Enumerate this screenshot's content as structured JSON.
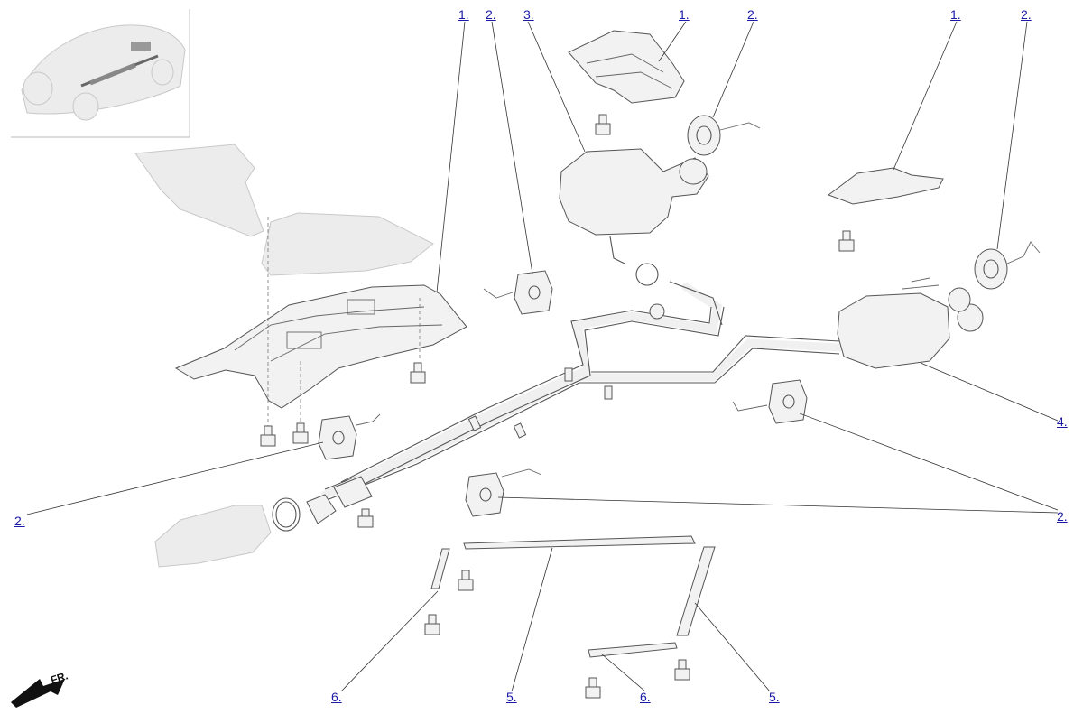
{
  "callouts": {
    "c1a": "1.",
    "c2a": "2.",
    "c3": "3.",
    "c1b": "1.",
    "c2b": "2.",
    "c1c": "1.",
    "c2c": "2.",
    "c2d": "2.",
    "c4": "4.",
    "c2e": "2.",
    "c6a": "6.",
    "c5a": "5.",
    "c6b": "6.",
    "c5b": "5."
  },
  "direction_label": "FR.",
  "colors": {
    "link": "#1a1aa6",
    "part_stroke": "#555555",
    "faded_stroke": "#c8c8c8"
  },
  "icons": {
    "front_arrow": "arrow-icon"
  }
}
